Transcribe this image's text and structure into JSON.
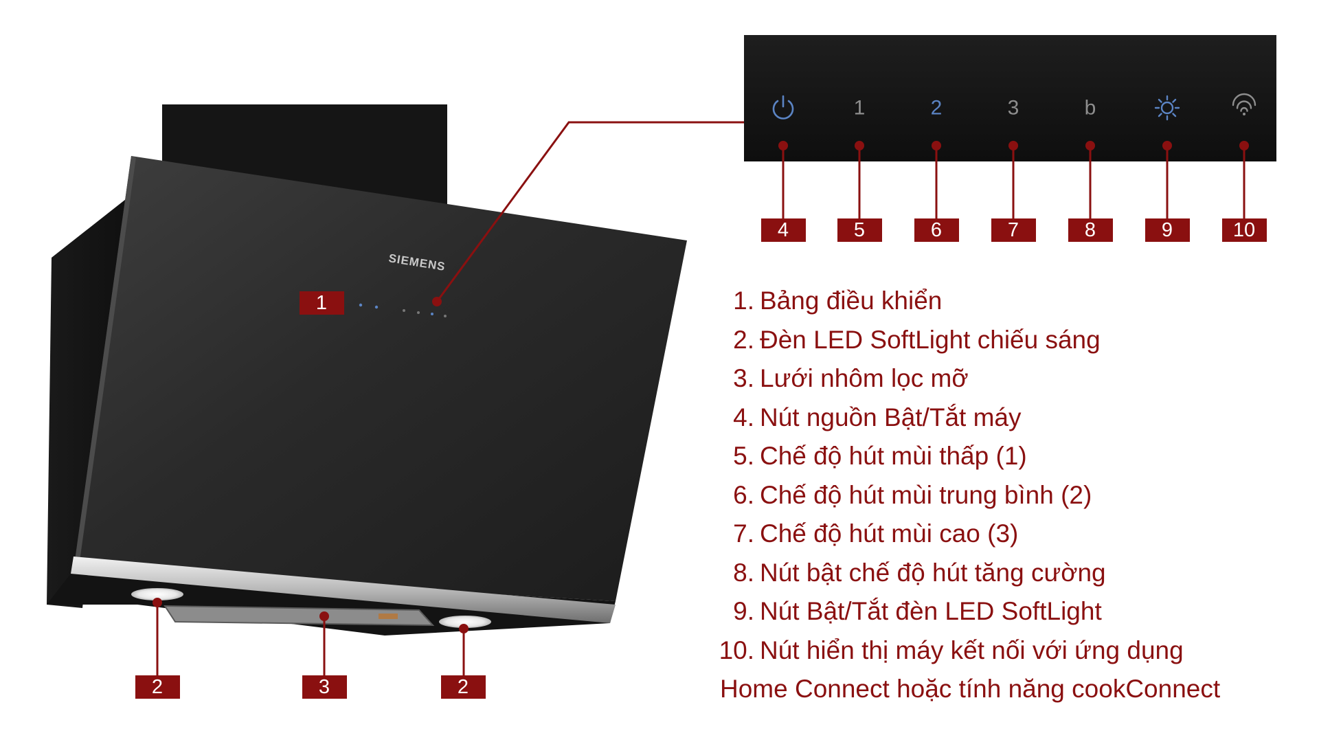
{
  "brand": "SIEMENS",
  "colors": {
    "accent": "#8a1010",
    "tag_bg": "#8a1010",
    "active_symbol": "#5b84c4",
    "inactive_symbol": "#8e8e8e",
    "panel_bg": "#151515"
  },
  "panel_buttons": [
    {
      "symbol": "power-icon",
      "text": "",
      "active": true
    },
    {
      "symbol": "text",
      "text": "1",
      "active": false
    },
    {
      "symbol": "text",
      "text": "2",
      "active": true
    },
    {
      "symbol": "text",
      "text": "3",
      "active": false
    },
    {
      "symbol": "text",
      "text": "b",
      "active": false
    },
    {
      "symbol": "light-icon",
      "text": "",
      "active": true
    },
    {
      "symbol": "wifi-icon",
      "text": "",
      "active": false
    }
  ],
  "callout_tags": [
    "1",
    "2",
    "3",
    "2",
    "4",
    "5",
    "6",
    "7",
    "8",
    "9",
    "10"
  ],
  "legend": [
    {
      "num": "1.",
      "text": "Bảng điều khiển"
    },
    {
      "num": "2.",
      "text": "Đèn LED SoftLight chiếu sáng"
    },
    {
      "num": "3.",
      "text": "Lưới nhôm lọc mỡ"
    },
    {
      "num": "4.",
      "text": "Nút nguồn Bật/Tắt máy"
    },
    {
      "num": "5.",
      "text": "Chế độ hút mùi thấp (1)"
    },
    {
      "num": "6.",
      "text": "Chế độ hút mùi trung bình (2)"
    },
    {
      "num": "7.",
      "text": "Chế độ hút mùi cao (3)"
    },
    {
      "num": "8.",
      "text": "Nút bật chế độ hút tăng cường"
    },
    {
      "num": "9.",
      "text": "Nút Bật/Tắt đèn LED SoftLight"
    },
    {
      "num": "10.",
      "text": "Nút hiển thị máy kết nối với ứng dụng"
    }
  ],
  "legend_continuation": "Home Connect hoặc tính năng cookConnect"
}
